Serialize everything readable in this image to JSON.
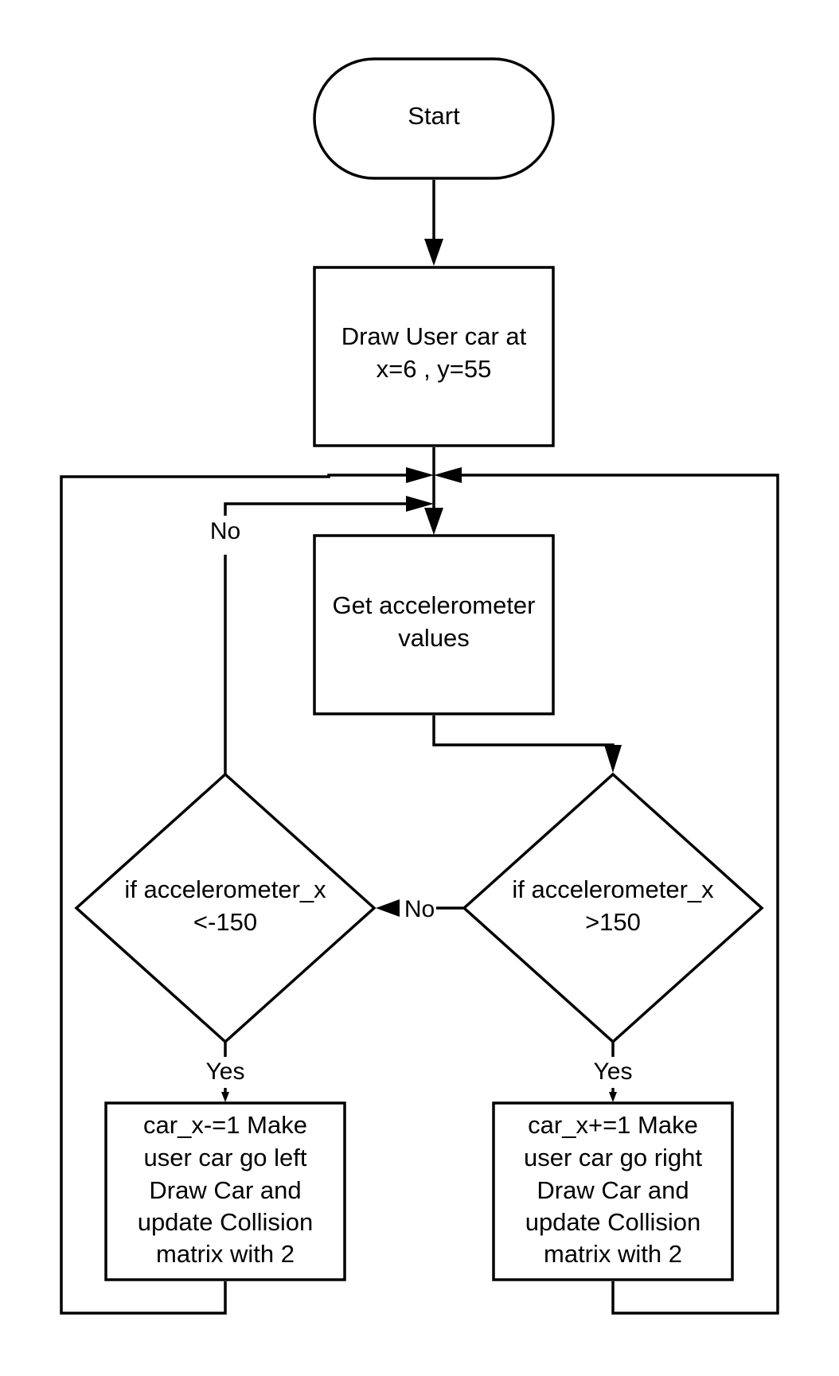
{
  "nodes": {
    "start": {
      "label": "Start"
    },
    "draw_user_car": {
      "lines": [
        "Draw User car at",
        "x=6 , y=55"
      ]
    },
    "get_accelerometer": {
      "lines": [
        "Get accelerometer",
        "values"
      ]
    },
    "decision_left": {
      "lines": [
        "if accelerometer_x",
        "<-150"
      ]
    },
    "decision_right": {
      "lines": [
        "if accelerometer_x",
        ">150"
      ]
    },
    "move_left": {
      "lines": [
        "car_x-=1  Make",
        "user car go left",
        "Draw Car and",
        "update Collision",
        "matrix with 2"
      ]
    },
    "move_right": {
      "lines": [
        "car_x+=1  Make",
        "user car go right",
        "Draw Car and",
        "update Collision",
        "matrix with 2"
      ]
    }
  },
  "edge_labels": {
    "left_no": "No",
    "right_no": "No",
    "left_yes": "Yes",
    "right_yes": "Yes"
  },
  "colors": {
    "stroke": "#000000",
    "background": "#ffffff"
  }
}
